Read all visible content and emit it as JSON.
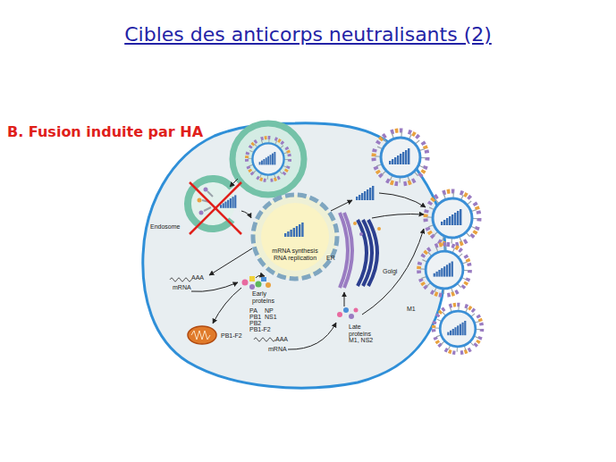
{
  "diagram": {
    "title": "Cibles des anticorps neutralisants (2)",
    "nodes": [
      {
        "text": [
          "mRNA synthesis RNA replication"
        ]
      }
    ],
    "labels": [
      "B. Fusion induite par HA",
      "Endosome",
      "AAA",
      "mRNA",
      "Early proteins",
      "PA",
      "NP",
      "PB1",
      "NS1",
      "PB2",
      "PB1-F2",
      "PB1-F2",
      "AAA",
      "mRNA",
      "Late proteins M1, NS2",
      "ER",
      "Golgi",
      "M1"
    ]
  }
}
